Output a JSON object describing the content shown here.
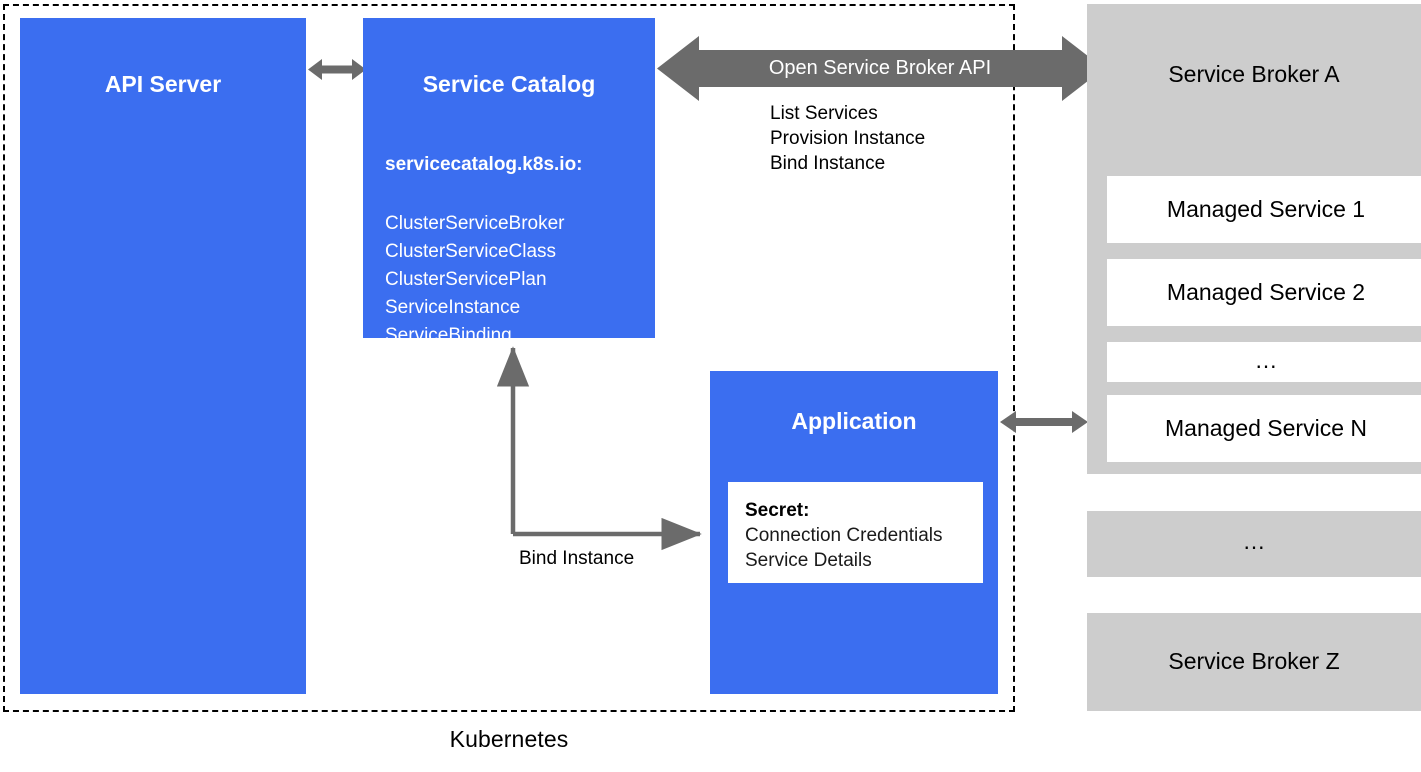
{
  "diagram": {
    "boundary_label": "Kubernetes",
    "colors": {
      "component": "#3b6ef0",
      "broker": "#cdcdcd",
      "arrow": "#6b6b6b",
      "managed_service": "#ffffff",
      "boundary": "#000000"
    }
  },
  "api_server": {
    "title": "API Server"
  },
  "service_catalog": {
    "title": "Service Catalog",
    "api_group": "servicecatalog.k8s.io:",
    "resources": [
      "ClusterServiceBroker",
      "ClusterServiceClass",
      "ClusterServicePlan",
      "ServiceInstance",
      "ServiceBinding"
    ]
  },
  "application": {
    "title": "Application",
    "secret": {
      "title": "Secret:",
      "lines": [
        "Connection Credentials",
        "Service Details"
      ]
    }
  },
  "osb_arrow": {
    "label": "Open Service Broker API",
    "operations": [
      "List Services",
      "Provision Instance",
      "Bind Instance"
    ]
  },
  "bind_arrow": {
    "label": "Bind Instance"
  },
  "broker_a": {
    "title": "Service Broker A",
    "managed_services": [
      "Managed Service 1",
      "Managed Service 2",
      "…",
      "Managed Service N"
    ]
  },
  "broker_ellipsis": {
    "title": "…"
  },
  "broker_z": {
    "title": "Service Broker Z"
  }
}
